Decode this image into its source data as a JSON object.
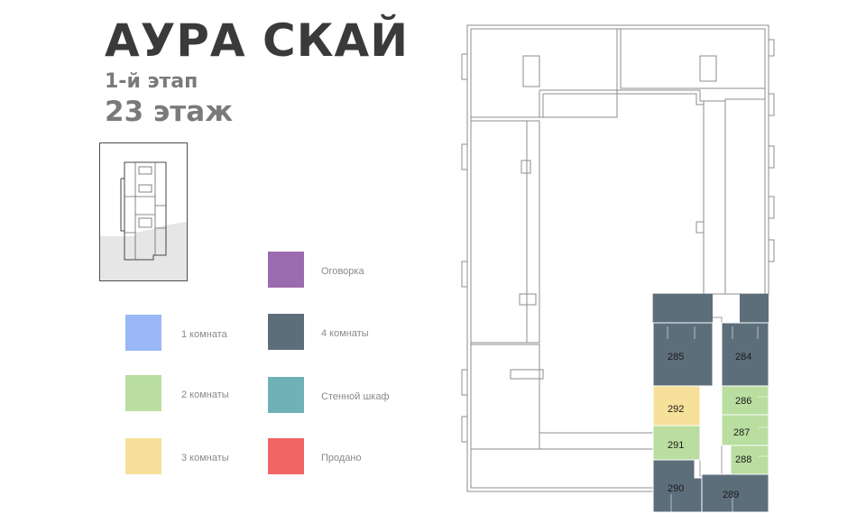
{
  "header": {
    "title": "АУРА СКАЙ",
    "stage": "1-й этап",
    "floor": "23 этаж"
  },
  "legend": [
    {
      "key": "one_room",
      "label": "1 комната",
      "color": "#9ab8f5"
    },
    {
      "key": "two_rooms",
      "label": "2 комнаты",
      "color": "#b9dea0"
    },
    {
      "key": "three_rooms",
      "label": "3 комнаты",
      "color": "#f6e09a"
    },
    {
      "key": "reserved",
      "label": "Оговорка",
      "color": "#9b6bb0"
    },
    {
      "key": "four_rooms",
      "label": "4 комнаты",
      "color": "#5d6e7b"
    },
    {
      "key": "closet",
      "label": "Стенной шкаф",
      "color": "#6eb2b8"
    },
    {
      "key": "sold",
      "label": "Продано",
      "color": "#f26565"
    }
  ],
  "apartments": [
    {
      "number": "285",
      "type": "four_rooms"
    },
    {
      "number": "284",
      "type": "four_rooms"
    },
    {
      "number": "292",
      "type": "three_rooms"
    },
    {
      "number": "286",
      "type": "two_rooms"
    },
    {
      "number": "291",
      "type": "two_rooms"
    },
    {
      "number": "287",
      "type": "two_rooms"
    },
    {
      "number": "288",
      "type": "two_rooms"
    },
    {
      "number": "290",
      "type": "four_rooms"
    },
    {
      "number": "289",
      "type": "four_rooms"
    }
  ]
}
